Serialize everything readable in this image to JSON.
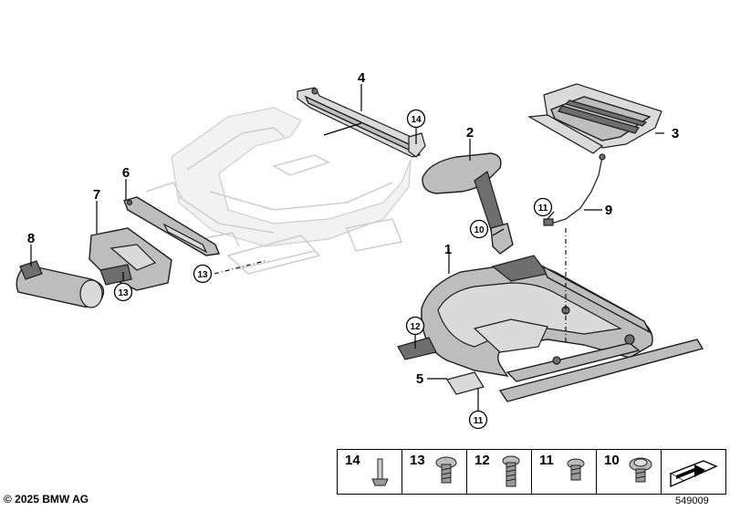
{
  "callouts": {
    "c1": "1",
    "c2": "2",
    "c3": "3",
    "c4": "4",
    "c5": "5",
    "c6": "6",
    "c7": "7",
    "c8": "8",
    "c9": "9",
    "c10": "10",
    "c11a": "11",
    "c11b": "11",
    "c12": "12",
    "c13a": "13",
    "c13b": "13",
    "c14": "14"
  },
  "legend": {
    "items": [
      {
        "number": "14",
        "icon": "rivet-icon"
      },
      {
        "number": "13",
        "icon": "torx-screw-icon"
      },
      {
        "number": "12",
        "icon": "long-screw-icon"
      },
      {
        "number": "11",
        "icon": "short-screw-icon"
      },
      {
        "number": "10",
        "icon": "flange-screw-icon"
      }
    ],
    "arrow_icon": "direction-arrow-icon"
  },
  "footer": {
    "copyright": "© 2025 BMW AG",
    "image_id": "549009"
  }
}
